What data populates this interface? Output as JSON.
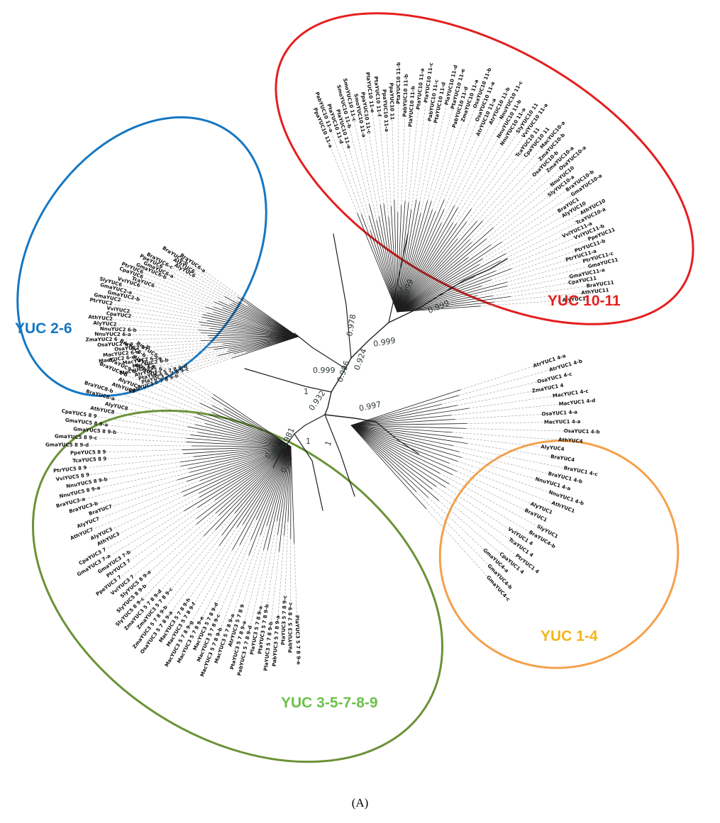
{
  "caption": "(A)",
  "colors": {
    "red": "#e41f1f",
    "blue": "#1577c2",
    "green": "#6a9237",
    "orange": "#f5a04a",
    "green_text": "#6cc14b",
    "orange_text": "#f2b51a"
  },
  "clades": [
    {
      "id": "yuc1011",
      "title": "YUC 10-11",
      "color": "#e41f1f",
      "text_color": "#e41f1f",
      "leaves": [
        "PpaYUC10 11-a",
        "PabYUC10 11-a",
        "PtaYUC10 11-d",
        "PlaYUC10 11-e",
        "SmoYUC10 11-b",
        "SmoYUC10 11-c",
        "SmoYUC10 11-a",
        "PpaYUC10 11-c",
        "PlaYUC10 11-e",
        "PtaYUC10 11-f",
        "PpaYUC10 11-a",
        "PpaYUC10 11",
        "PtaYUC10 11-b",
        "PabYUC10 11-b",
        "PlaYUC10 11-b",
        "PtaYUC10 11-a",
        "PlaYUC10 11-c",
        "PabYUC10 11-c",
        "PtaYUC10 11-d",
        "PlaYUC10 11-d",
        "PtaYUC10 11-e",
        "PabYUC10 11-d",
        "ZmaYUC10 11-a",
        "OsaYUC10 11-b",
        "OsaYUC10 11-a",
        "AtrYUC10 11-a",
        "AtrYUC10 11-b",
        "NnuYUC10 11-c",
        "NnuYUC10 11-b",
        "NnuYUC10 11-a",
        "SlyYUC10 11",
        "VviYUC10 11-a",
        "TcaYUC10 11",
        "CpaYUC10 11",
        "MacYUC10-a",
        "ZmaYUC10-b",
        "OsaYUC10-b",
        "ZmaYUC10-a",
        "OsaYUC10-a",
        "NnuYUC10",
        "SlyYUC10-a",
        "BraYUC10-b",
        "GmaYUC10-a",
        "BraYUC1",
        "AlyYUC10",
        "AthYUC10",
        "TcaYUC10-a",
        "VviYUC11-a",
        "VviYUC11-b",
        "PpeYUC11",
        "PtrYUC11-b",
        "PtrYUC11-a",
        "PtrYUC11-c",
        "GmaYUC11",
        "GmaYUC11-a",
        "CpaYUC11",
        "BraYUC11",
        "AthYUC11",
        "AlyYUC11"
      ]
    },
    {
      "id": "yuc26",
      "title": "YUC 2-6",
      "color": "#1577c2",
      "text_color": "#1577c2",
      "leaves": [
        "BraYUC6-a",
        "BraYUC6-b",
        "AthYUC6",
        "AlyYUC6",
        "BraYUC6-c",
        "PpeYUC6",
        "GmaYUC6-a",
        "GmaYUC6-b",
        "PtrYUC6",
        "CpaYUC6",
        "TcaYUC6",
        "VviYUC6",
        "SlyYUC6",
        "GmaYUC2-a",
        "GmaYUC2-b",
        "GmaYUC2",
        "PtrYUC2",
        "VviYUC2",
        "CpaYUC2",
        "AthYUC2",
        "AlyYUC2",
        "NnuYUC2 6-b",
        "NnuYUC2 6-a",
        "ZmaYUC2 6",
        "OsaYUC2 6-a",
        "OsaYUC2 6-b",
        "MacYUC2 6-a",
        "MacYUC2 6-d",
        "MacYUC2 6-c",
        "MacYUC2 6-b",
        "MacYUC2 6-e",
        "AtrYUC2 6",
        "PtaYUC3 5 7 8 9-d",
        "PlaYUC3 5 7 8 9-c",
        "PabYUC3 5 7 8 9-b"
      ]
    },
    {
      "id": "yuc14",
      "title": "YUC 1-4",
      "color": "#f5a04a",
      "text_color": "#f2b51a",
      "leaves": [
        "AtrYUC1 4-a",
        "AtrYUC1 4-b",
        "OsaYUC1 4-c",
        "ZmaYUC1 4",
        "MacYUC1 4-c",
        "MacYUC1 4-d",
        "OsaYUC1 4-a",
        "MacYUC1 4-a",
        "OsaYUC1 4-b",
        "AthYUC4",
        "AlyYUC4",
        "BraYUC4",
        "BraYUC1 4-c",
        "BraYUC1 4-b",
        "NnuYUC1 4-a",
        "NnuYUC1 4-b",
        "AthYUC1",
        "AlyYUC1",
        "BraYUC1",
        "SlyYUC1",
        "BraYUC4-b",
        "VviYUC1 4",
        "TcaYUC1 4",
        "PtrYUC1 4",
        "CpaYUC1 4",
        "GmaYUC4-a",
        "GmaYUC4-b",
        "GmaYUC4-c"
      ]
    },
    {
      "id": "yuc35789",
      "title": "YUC 3-5-7-8-9",
      "color": "#6a9237",
      "text_color": "#6cc14b",
      "leaves": [
        "BraYUC5-a",
        "BraYUC5-b",
        "AlyYUC5",
        "AthYUC5",
        "BraYUC9-a",
        "BraYUC9-b",
        "AlyYUC9",
        "AthYUC9",
        "BraYUC8-b",
        "BraYUC8-a",
        "AlyYUC8",
        "AthYUC8",
        "CpaYUC5 8 9",
        "GmaYUC5 8 9-a",
        "GmaYUC5 8 9-b",
        "GmaYUC5 8 9-c",
        "GmaYUC5 8 9-d",
        "PpeYUC5 8 9",
        "TcaYUC5 8 9",
        "PtrYUC5 8 9",
        "VviYUC5 8 9",
        "NnuYUC5 8 9-b",
        "NnuYUC5 8 9-a",
        "BraYUC3-a",
        "BraYUC3-b",
        "BraYUC7",
        "AlyYUC7",
        "AthYUC7",
        "AlyYUC3",
        "AthYUC3",
        "CpaYUC3 7",
        "GmaYUC3 7-a",
        "GmaYUC3 7-b",
        "PtrYUC3 7",
        "PpeYUC3 7",
        "VviYUC3 7",
        "SlyYUC5 8 9-a",
        "SlyYUC5 8 9-b",
        "SlyYUC5 8 9-c",
        "ZmaYUC3 5 7 8 9-d",
        "ZmaYUC3 5 7 8 9-c",
        "ZmaYUC3 5 7 8 9-b",
        "OsaYUC3 5 7 8 9-a",
        "MacYUC3 5 7 8 9-h",
        "MacYUC3 5 7 8 9-f",
        "MacYUC3 5 7 8 9-g",
        "MacYUC3 5 7 8 9-e",
        "MacYUC3 5 7 8 9-d",
        "MacYUC3 5 7 8 9-c",
        "MacYUC3 5 7 8 9-b",
        "MacYUC3 5 7 8 9-a",
        "AtrYUC3 5 7 8 9",
        "PtaYUC3 5 7 8 9-a",
        "PabYUC3 5 7 8 9-d",
        "PlaYUC3 5 7 8 9-a",
        "PtaYUC3 5 7 8 9-b",
        "PlaYUC3 5 7 8 9-b",
        "PabYUC3 5 7 8 9-a",
        "PtaYUC3 5 7 8 9-c",
        "PabYUC3 5 7 8 9-c",
        "PlaYUC3 5 7 8 9-e"
      ]
    }
  ],
  "support_values": [
    "0.999",
    "0.999",
    "1",
    "0.999",
    "0.978",
    "0.924",
    "0.996",
    "0.999",
    "1",
    "0.997",
    "0.932",
    "1",
    "1",
    "0.981",
    "0.92",
    "0.96"
  ]
}
